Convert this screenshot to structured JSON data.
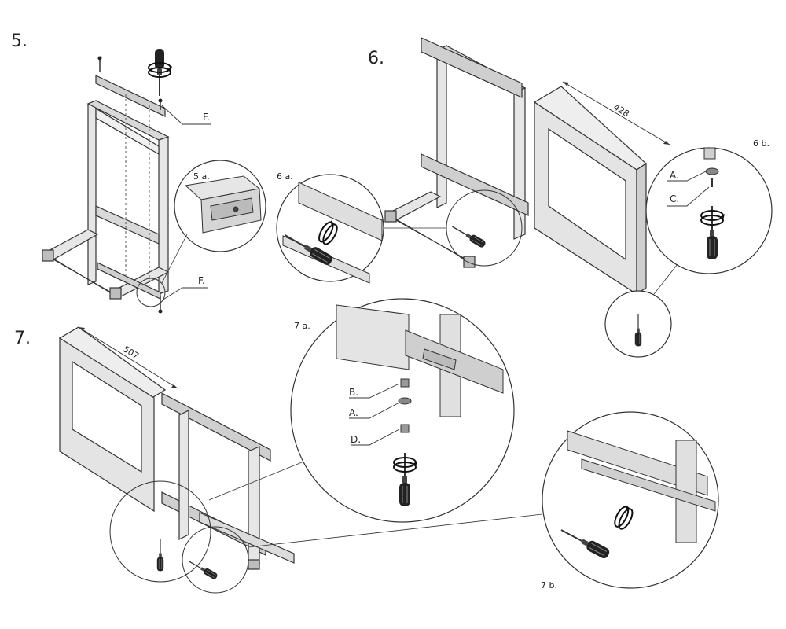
{
  "steps": [
    {
      "number": "5.",
      "detail": "5 a.",
      "parts": [
        "F.",
        "F."
      ]
    },
    {
      "number": "6.",
      "details": [
        "6 a.",
        "6 b."
      ],
      "dimension": "428",
      "parts": [
        "A.",
        "C."
      ]
    },
    {
      "number": "7.",
      "details": [
        "7 a.",
        "7 b."
      ],
      "dimension": "507",
      "parts": [
        "B.",
        "A.",
        "D."
      ]
    }
  ]
}
